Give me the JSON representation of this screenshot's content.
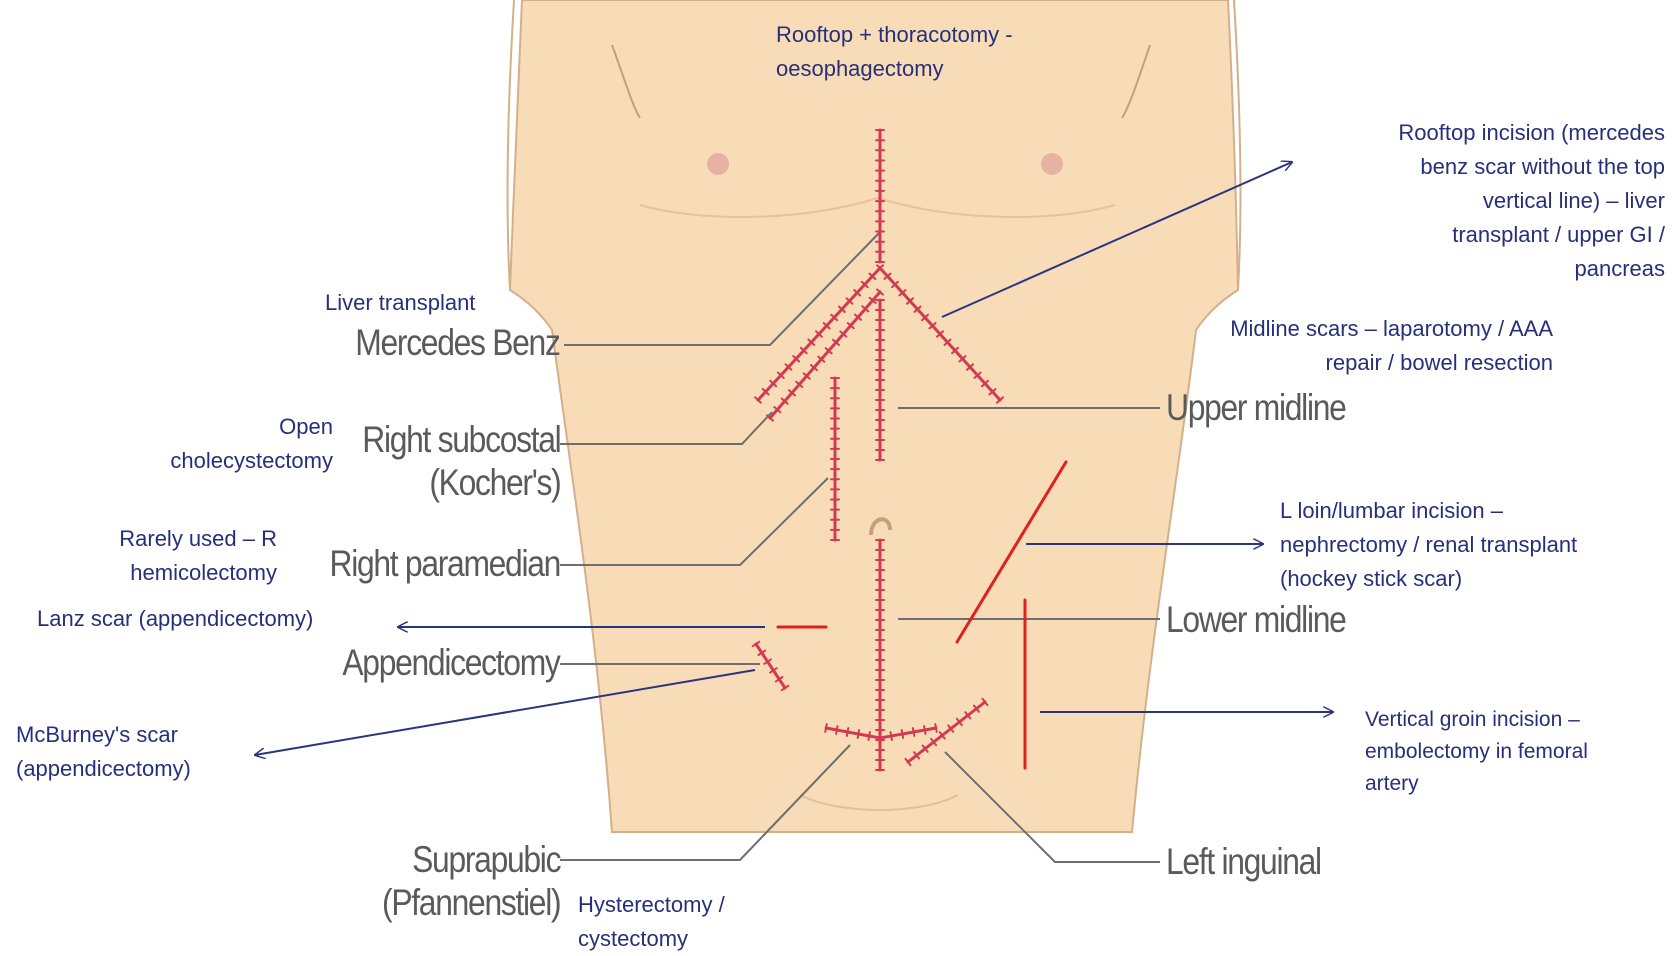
{
  "incisions": {
    "mercedes_benz": "Mercedes Benz",
    "right_subcostal": "Right subcostal",
    "kochers": "(Kocher's)",
    "right_paramedian": "Right paramedian",
    "appendicectomy": "Appendicectomy",
    "suprapubic": "Suprapubic",
    "pfannenstiel": "(Pfannenstiel)",
    "upper_midline": "Upper midline",
    "lower_midline": "Lower midline",
    "left_inguinal": "Left inguinal"
  },
  "notes": {
    "rooftop_thoracotomy": [
      "Rooftop + thoracotomy -",
      "oesophagectomy"
    ],
    "rooftop_incision": [
      "Rooftop incision (mercedes",
      "benz scar without the top",
      "vertical line) – liver",
      "transplant / upper GI /",
      "pancreas"
    ],
    "liver_transplant": "Liver transplant",
    "midline_scars": [
      "Midline scars – laparotomy / AAA",
      "repair / bowel resection"
    ],
    "open_cholecystectomy": [
      "Open",
      "cholecystectomy"
    ],
    "rarely_used": [
      "Rarely used – R",
      "hemicolectomy"
    ],
    "loin_lumbar": [
      "L loin/lumbar incision –",
      "nephrectomy / renal transplant",
      "(hockey stick scar)"
    ],
    "lanz_scar": "Lanz scar (appendicectomy)",
    "mcburney": [
      "McBurney's scar",
      "(appendicectomy)"
    ],
    "vertical_groin": [
      "Vertical groin incision –",
      "embolectomy in femoral",
      "artery"
    ],
    "hysterectomy": [
      "Hysterectomy /",
      "cystectomy"
    ]
  },
  "colors": {
    "skin": "#f8dcb8",
    "skin_outline": "#d4b08a",
    "stitched_scar": "#d23a52",
    "added_scar": "#e0201c",
    "leader_line": "#6e6e6e",
    "arrow": "#2a3580",
    "note_text": "#26307a",
    "label_text": "#5a5a5a"
  }
}
